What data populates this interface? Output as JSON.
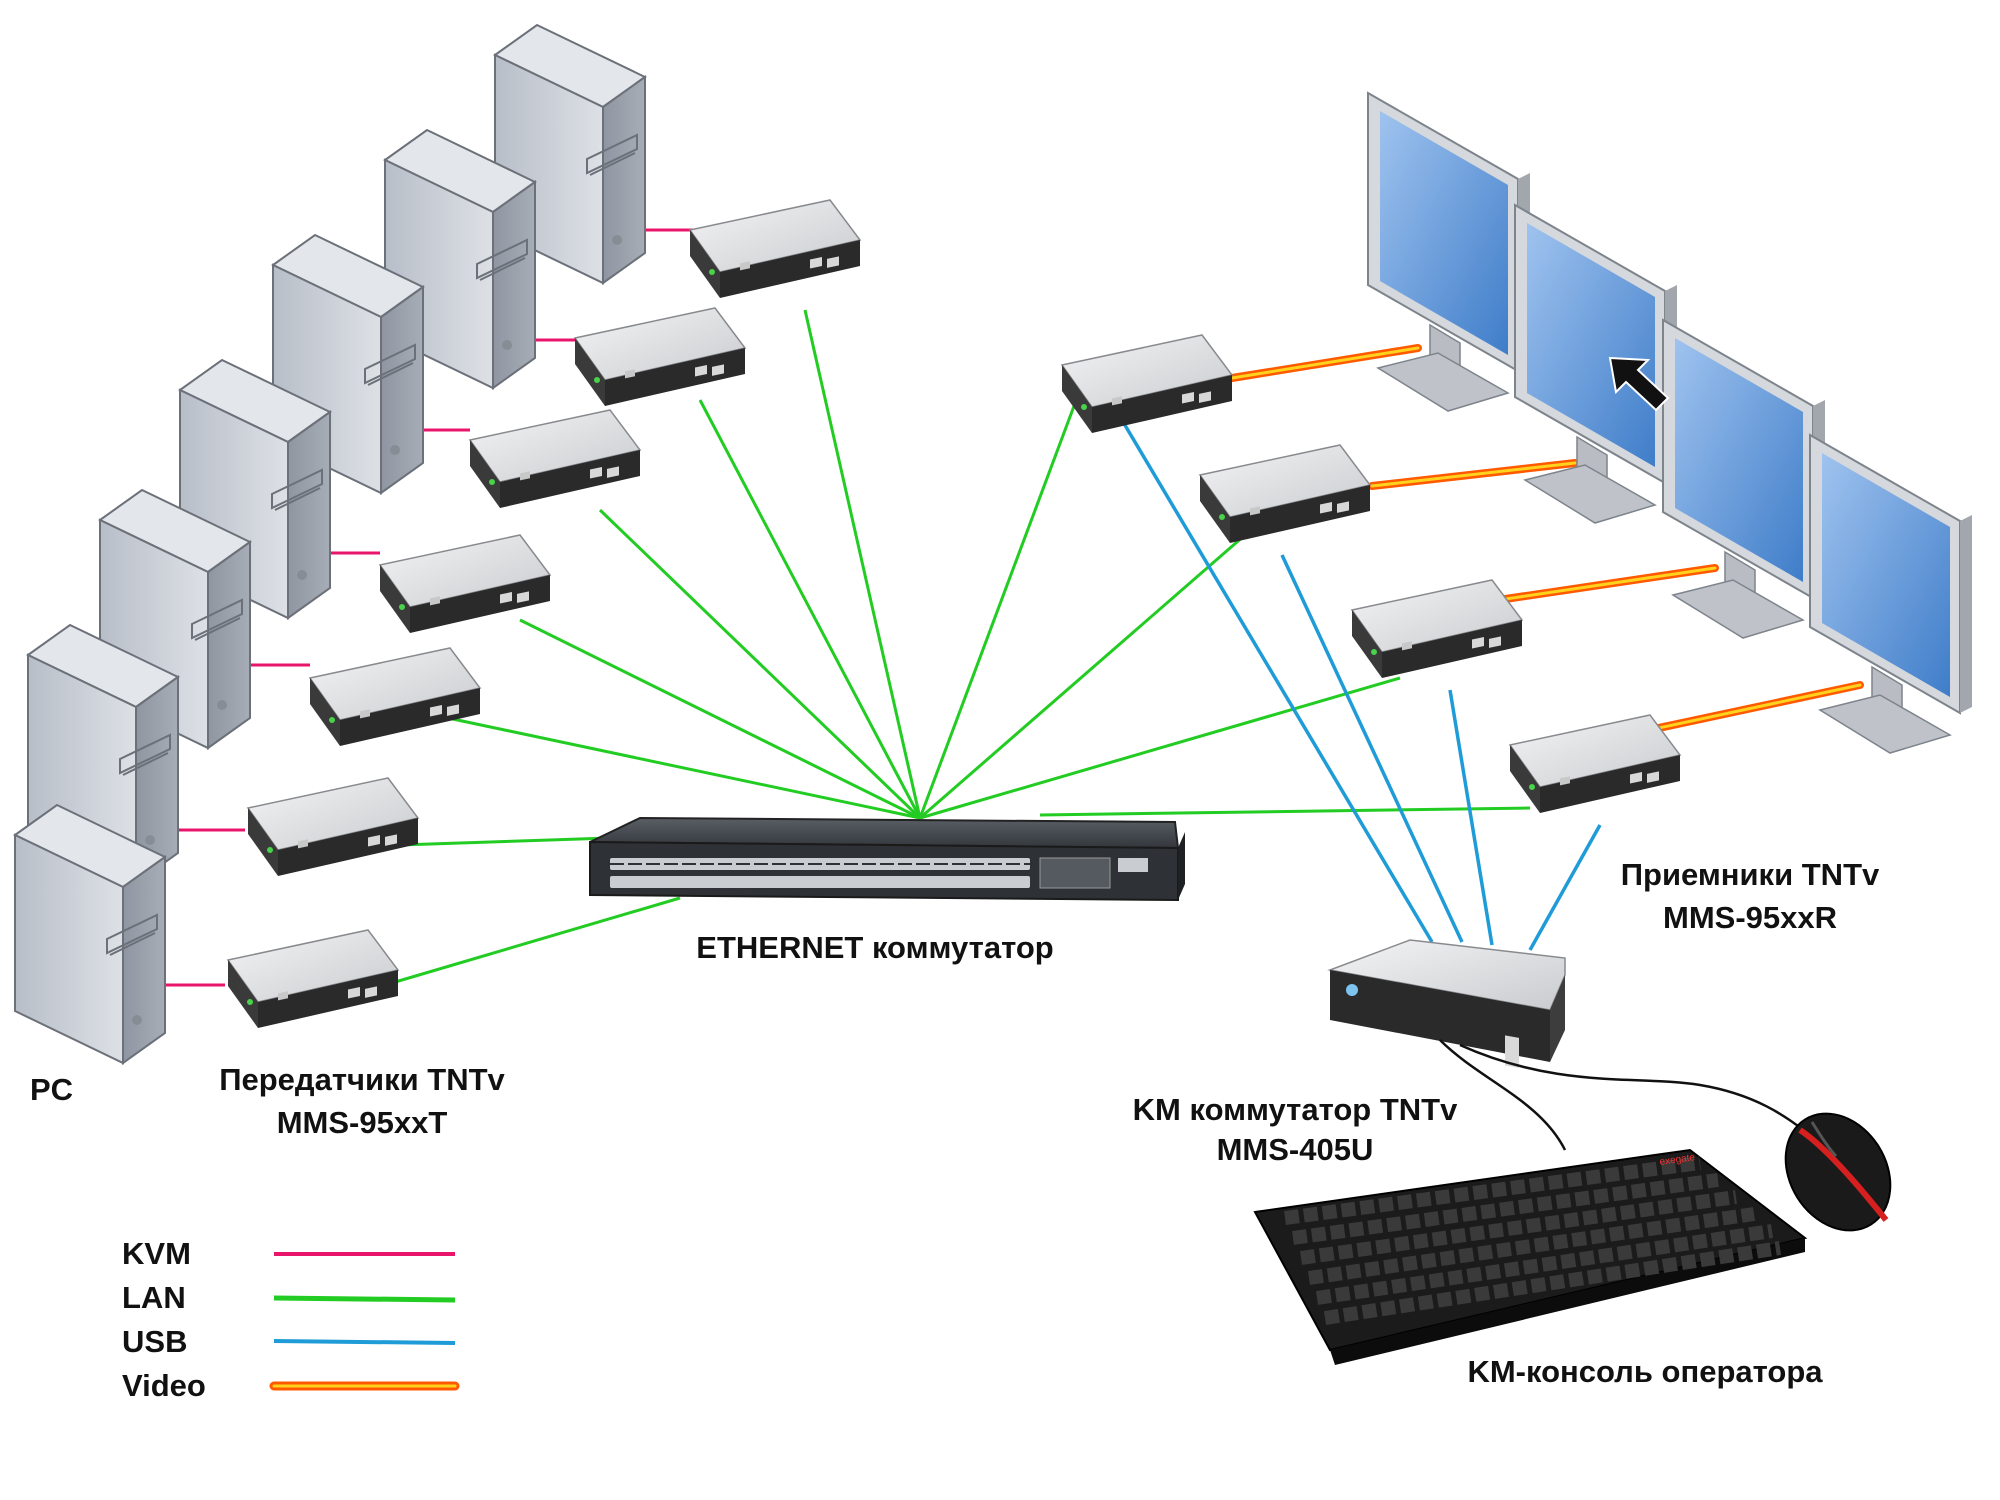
{
  "labels": {
    "pc": "PC",
    "transmitters_line1": "Передатчики TNTv",
    "transmitters_line2": "MMS-95xxT",
    "switch": "ETHERNET коммутатор",
    "receivers_line1": "Приемники TNTv",
    "receivers_line2": "MMS-95xxR",
    "km_switch_line1": "KM коммутатор TNTv",
    "km_switch_line2": "MMS-405U",
    "console": "KM-консоль оператора"
  },
  "legend": [
    {
      "label": "KVM",
      "color": "#e8156b"
    },
    {
      "label": "LAN",
      "color": "#22cc22"
    },
    {
      "label": "USB",
      "color": "#1f9bd7"
    },
    {
      "label": "Video",
      "color": "#ff6a00"
    }
  ],
  "keyboard_brand": "exegate",
  "colors": {
    "kvm": "#e8156b",
    "lan": "#22cc22",
    "usb": "#1f9bd7",
    "video_outer": "#ff5a00",
    "video_inner": "#ffd21e",
    "screen": "#5f95d6",
    "device_top": "#e4e5e7",
    "device_front": "#2b2b2b",
    "tower": "#c9ced6"
  }
}
